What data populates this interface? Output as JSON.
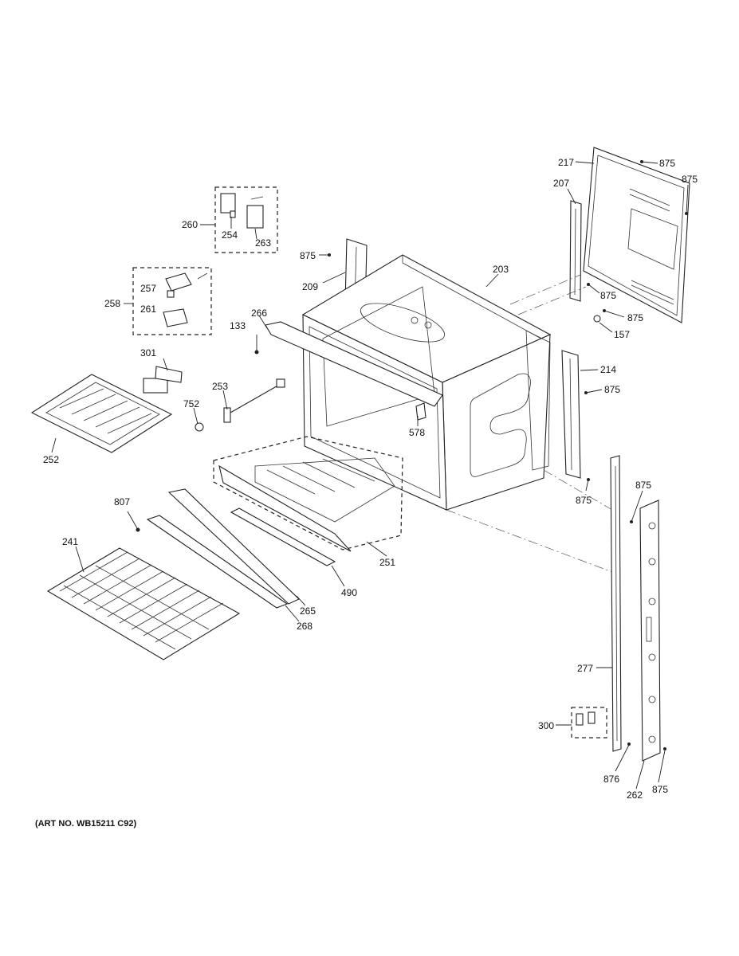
{
  "art_number": "(ART NO. WB15211 C92)",
  "callouts": {
    "c217": "217",
    "c875a": "875",
    "c875b": "875",
    "c207": "207",
    "c260": "260",
    "c254": "254",
    "c263": "263",
    "c875c": "875",
    "c209": "209",
    "c203": "203",
    "c257": "257",
    "c258": "258",
    "c261": "261",
    "c875d": "875",
    "c875e": "875",
    "c157": "157",
    "c266": "266",
    "c133": "133",
    "c301": "301",
    "c214": "214",
    "c875f": "875",
    "c253": "253",
    "c752": "752",
    "c578": "578",
    "c252": "252",
    "c875g": "875",
    "c875h": "875",
    "c807": "807",
    "c241": "241",
    "c251": "251",
    "c490": "490",
    "c265": "265",
    "c268": "268",
    "c277": "277",
    "c300": "300",
    "c876": "876",
    "c262": "262",
    "c875i": "875"
  }
}
